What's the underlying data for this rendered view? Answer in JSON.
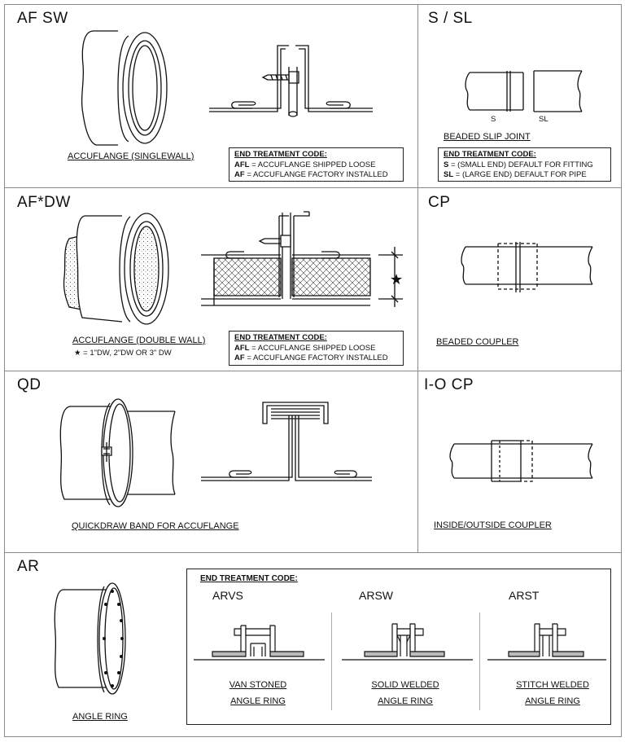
{
  "panels": {
    "afsw": {
      "title": "AF SW",
      "label": "ACCUFLANGE (SINGLEWALL)",
      "code_header": "END TREATMENT CODE:",
      "codes": [
        {
          "code": "AFL",
          "desc": "= ACCUFLANGE SHIPPED LOOSE"
        },
        {
          "code": "AF",
          "desc": "= ACCUFLANGE FACTORY INSTALLED"
        }
      ]
    },
    "ssl": {
      "title": "S / SL",
      "s_mark": "S",
      "sl_mark": "SL",
      "label": "BEADED SLIP JOINT",
      "code_header": "END TREATMENT CODE:",
      "codes": [
        {
          "code": "S",
          "desc": "= (SMALL END) DEFAULT FOR FITTING"
        },
        {
          "code": "SL",
          "desc": "= (LARGE END) DEFAULT FOR PIPE"
        }
      ]
    },
    "afdw": {
      "title": "AF*DW",
      "label": "ACCUFLANGE (DOUBLE WALL)",
      "star": "★",
      "note": "= 1\"DW, 2\"DW OR 3\" DW",
      "dim_star": "★",
      "code_header": "END TREATMENT CODE:",
      "codes": [
        {
          "code": "AFL",
          "desc": "= ACCUFLANGE SHIPPED LOOSE"
        },
        {
          "code": "AF",
          "desc": "= ACCUFLANGE FACTORY INSTALLED"
        }
      ]
    },
    "cp": {
      "title": "CP",
      "label": "BEADED COUPLER"
    },
    "qd": {
      "title": "QD",
      "label": "QUICKDRAW BAND FOR ACCUFLANGE"
    },
    "iocp": {
      "title": "I-O CP",
      "label": "INSIDE/OUTSIDE COUPLER"
    },
    "ar": {
      "title": "AR",
      "label": "ANGLE RING",
      "code_header": "END TREATMENT CODE:",
      "variants": [
        {
          "code": "ARVS",
          "line1": "VAN STONED",
          "line2": "ANGLE RING"
        },
        {
          "code": "ARSW",
          "line1": "SOLID WELDED",
          "line2": "ANGLE RING"
        },
        {
          "code": "ARST",
          "line1": "STITCH WELDED",
          "line2": "ANGLE RING"
        }
      ]
    }
  }
}
